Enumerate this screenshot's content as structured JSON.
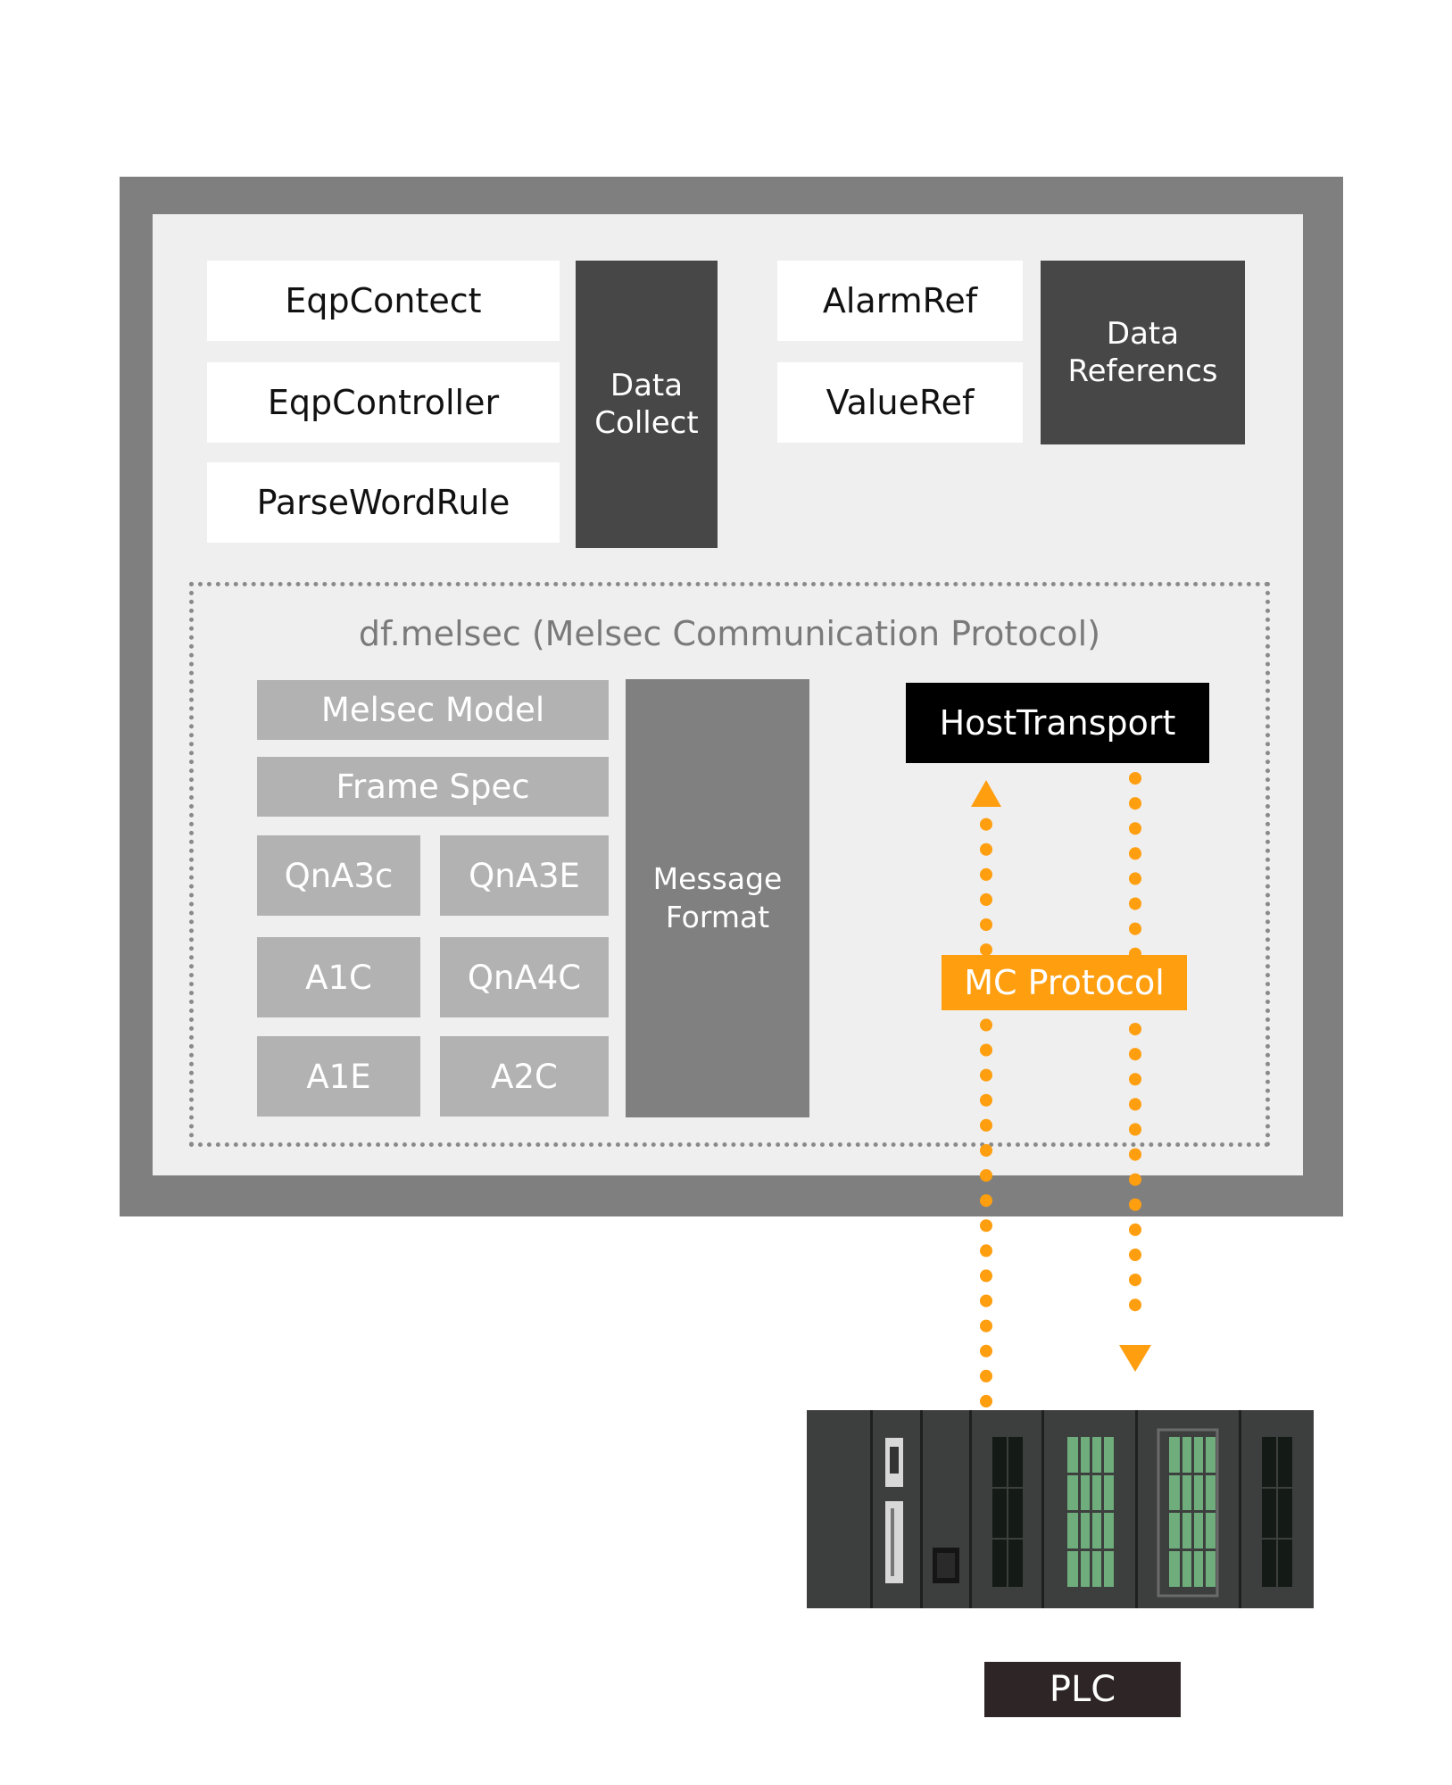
{
  "app": {
    "data_collect_items": [
      "EqpContect",
      "EqpController",
      "ParseWordRule"
    ],
    "data_collect_label": "Data\nCollect",
    "data_ref_items": [
      "AlarmRef",
      "ValueRef"
    ],
    "data_ref_label": "Data\nReferencs"
  },
  "melsec": {
    "title": "df.melsec (Melsec Communication Protocol)",
    "model_label": "Melsec Model",
    "frame_spec_label": "Frame Spec",
    "frames": [
      "QnA3c",
      "QnA3E",
      "A1C",
      "QnA4C",
      "A1E",
      "A2C"
    ],
    "message_format_label": "Message\nFormat",
    "host_transport_label": "HostTransport"
  },
  "link": {
    "protocol_label": "MC Protocol",
    "color": "#ff9e0f"
  },
  "device": {
    "label": "PLC"
  }
}
